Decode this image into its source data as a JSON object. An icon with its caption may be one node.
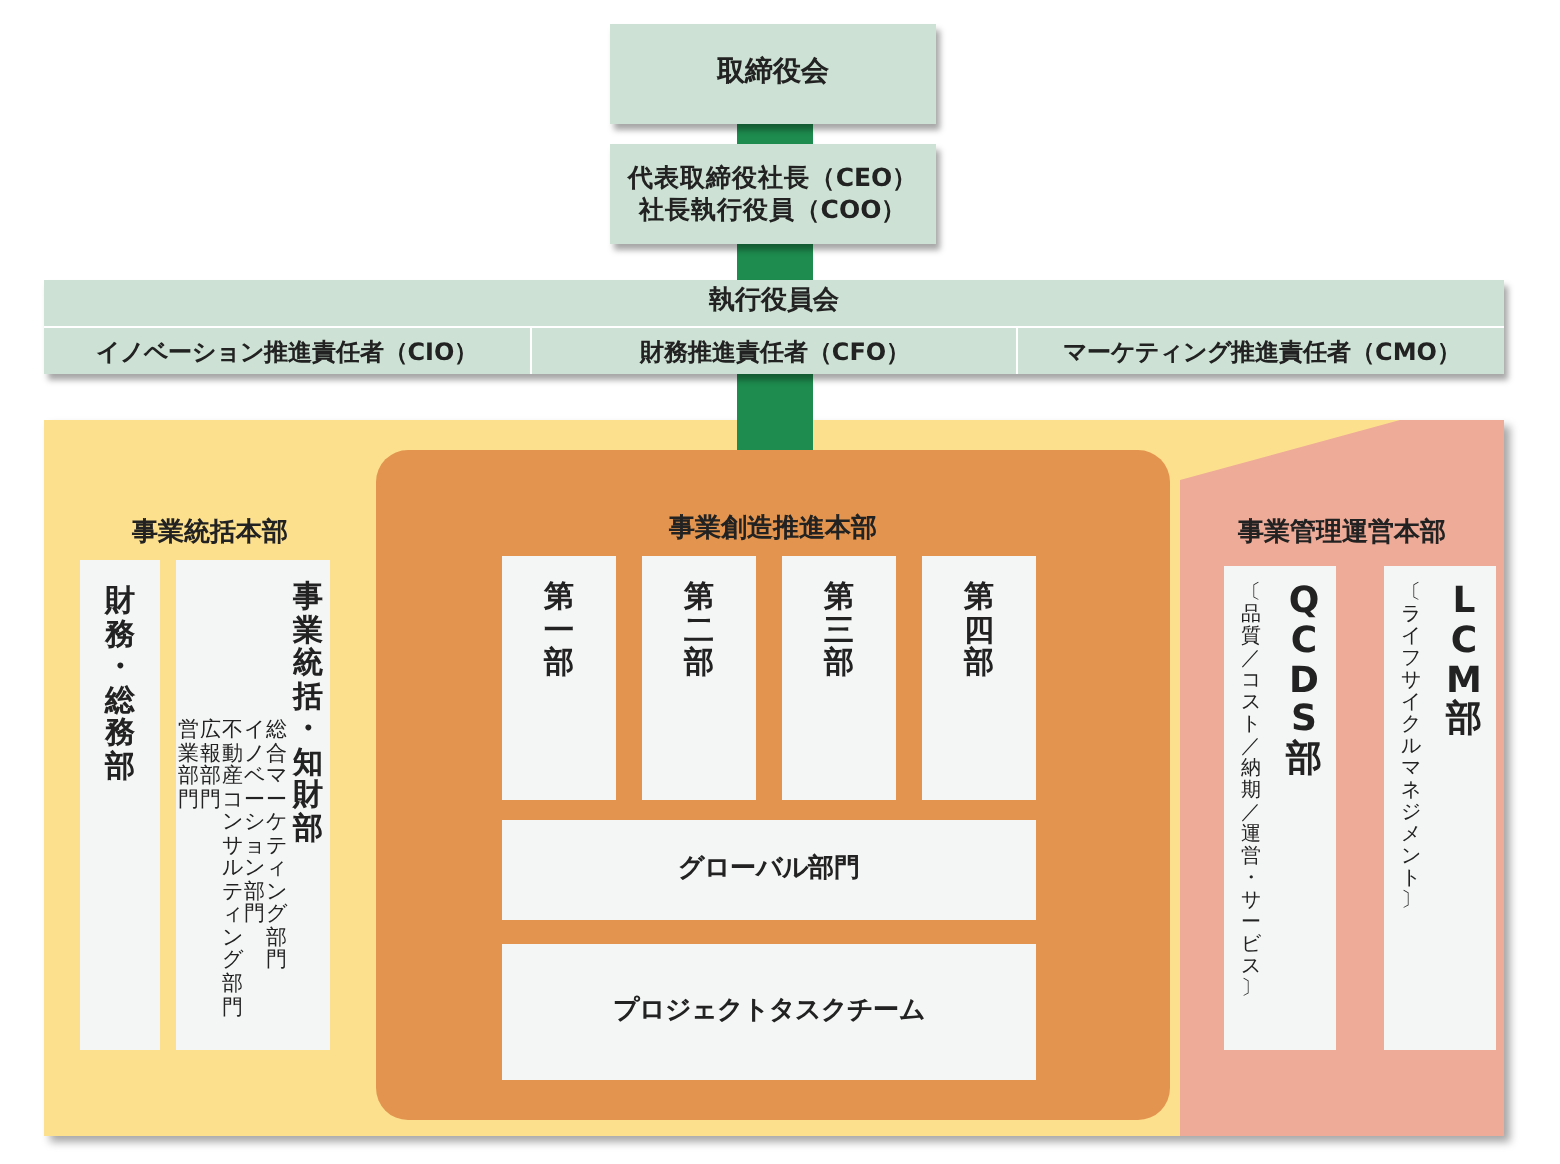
{
  "diagram": {
    "nodes": [
      {
        "text": [
          "取締役会"
        ]
      },
      {
        "text": [
          "代表取締役社長（CEO）社長執行役員（COO）"
        ]
      },
      {
        "text": [
          "執行役員会"
        ]
      },
      {
        "text": [
          "イノベーション推進責任者（CIO）"
        ],
        "in": 2
      },
      {
        "text": [
          "財務推進責任者（CFO）"
        ],
        "in": 2
      },
      {
        "text": [
          "マーケティング推進責任者（CMO）"
        ],
        "in": 2
      },
      {
        "text": [
          "事業統括本部"
        ]
      },
      {
        "text": [
          "財務・総務部"
        ],
        "in": 6
      },
      {
        "text": [
          "事業統括・知財部",
          "総合マーケティング部門",
          "イノベーション部門",
          "不動産コンサルティング部門",
          "広報部門",
          "営業部門"
        ],
        "in": 6
      },
      {
        "text": [
          "事業創造推進本部"
        ]
      },
      {
        "text": [
          "第一部"
        ],
        "in": 9
      },
      {
        "text": [
          "第二部"
        ],
        "in": 9
      },
      {
        "text": [
          "第三部"
        ],
        "in": 9
      },
      {
        "text": [
          "第四部"
        ],
        "in": 9
      },
      {
        "text": [
          "グローバル部門"
        ],
        "in": 9
      },
      {
        "text": [
          "プロジェクトタスクチーム"
        ],
        "in": 9
      },
      {
        "text": [
          "事業管理運営本部"
        ]
      },
      {
        "text": [
          "〔品質／コスト／納期／運営・サービス〕",
          "QCDS部"
        ],
        "in": 16
      },
      {
        "text": [
          "〔ライフサイクルマネジメント〕",
          "LCM部"
        ],
        "in": 16
      }
    ],
    "edges": [
      {
        "from": 0,
        "to": 1,
        "arrow": "none"
      },
      {
        "from": 1,
        "to": 2,
        "arrow": "none"
      },
      {
        "from": 2,
        "to": 9,
        "arrow": "none"
      }
    ]
  }
}
